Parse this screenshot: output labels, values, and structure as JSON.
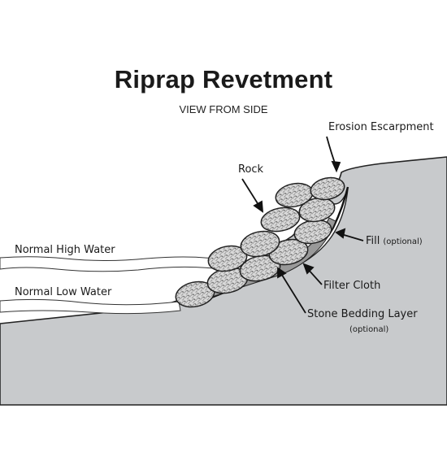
{
  "diagram": {
    "title": "Riprap Revetment",
    "subtitle": "VIEW FROM SIDE",
    "labels": {
      "erosion_escarpment": "Erosion Escarpment",
      "rock": "Rock",
      "fill": "Fill",
      "fill_note": "(optional)",
      "filter_cloth": "Filter Cloth",
      "stone_bedding": "Stone Bedding Layer",
      "stone_bedding_note": "(optional)",
      "normal_high_water": "Normal High Water",
      "normal_low_water": "Normal Low Water"
    }
  }
}
